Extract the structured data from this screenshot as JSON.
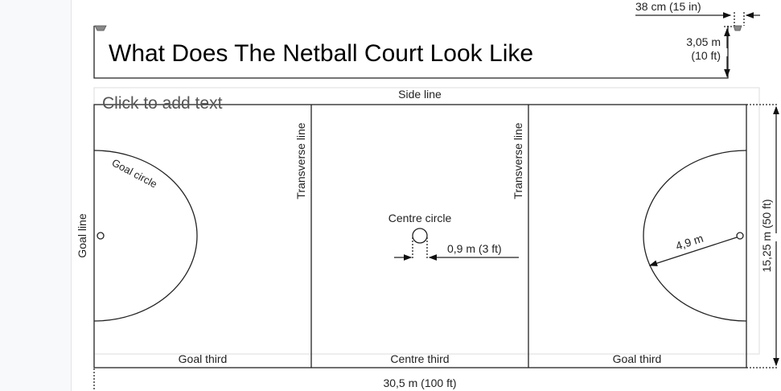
{
  "slide": {
    "title": "What Does The Netball Court Look Like",
    "placeholder": "Click to add text"
  },
  "diagram": {
    "ring_width": "38 cm (15 in)",
    "post_height_m": "3,05 m",
    "post_height_ft": "(10 ft)",
    "side_line": "Side line",
    "goal_line": "Goal line",
    "transverse_line_1": "Transverse line",
    "transverse_line_2": "Transverse line",
    "goal_circle": "Goal circle",
    "centre_circle": "Centre circle",
    "centre_circle_size": "0,9 m (3 ft)",
    "goal_circle_radius": "4,9 m",
    "court_width": "15,25 m (50 ft)",
    "court_length": "30,5 m (100 ft)",
    "goal_third_left": "Goal third",
    "centre_third": "Centre third",
    "goal_third_right": "Goal third"
  }
}
